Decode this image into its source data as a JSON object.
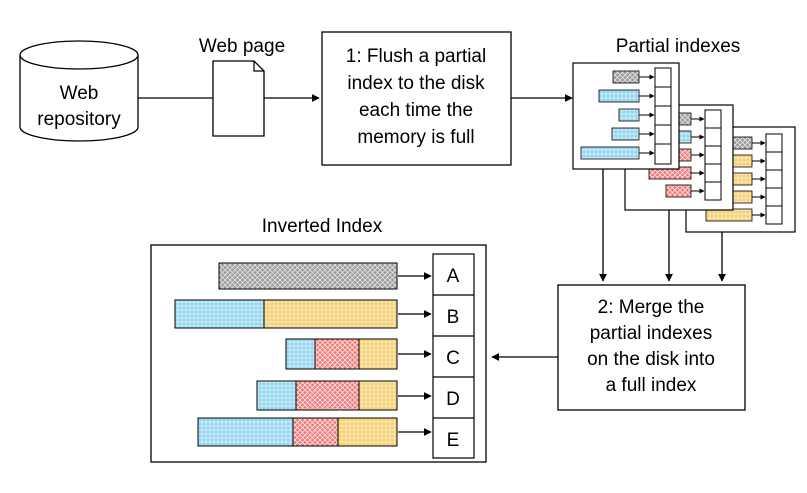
{
  "repository": {
    "line1": "Web",
    "line2": "repository"
  },
  "web_page": {
    "label": "Web page"
  },
  "step1": {
    "lines": [
      "1: Flush a partial",
      "index to the disk",
      "each time the",
      "memory is full"
    ]
  },
  "partial_indexes": {
    "title": "Partial indexes"
  },
  "step2": {
    "lines": [
      "2: Merge the",
      "partial indexes",
      "on the disk into",
      "a full index"
    ]
  },
  "inverted_index": {
    "title": "Inverted Index",
    "rows": [
      {
        "key": "A"
      },
      {
        "key": "B"
      },
      {
        "key": "C"
      },
      {
        "key": "D"
      },
      {
        "key": "E"
      }
    ]
  },
  "colors": {
    "gray": "#9a9a9a",
    "blue": "#8fd3ee",
    "red": "#ee7b7b",
    "yellow": "#f4cf72"
  }
}
